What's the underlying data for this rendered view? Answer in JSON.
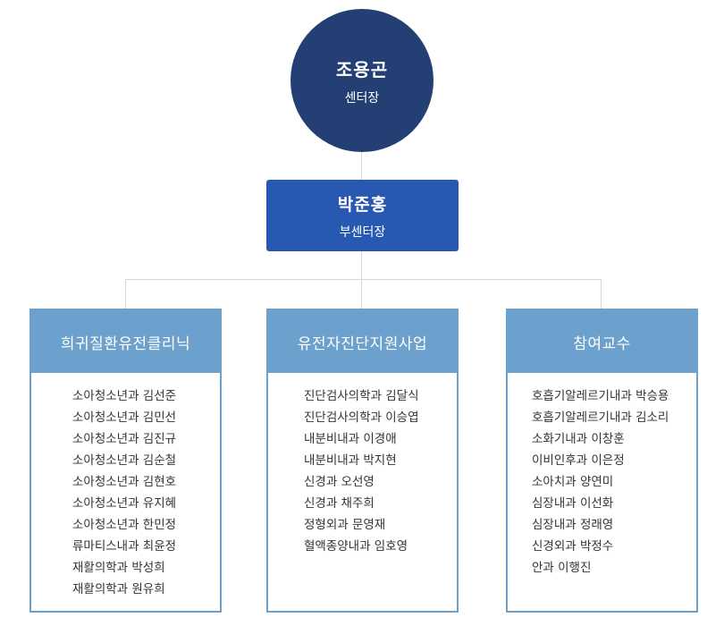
{
  "director": {
    "name": "조용곤",
    "role": "센터장"
  },
  "vice_director": {
    "name": "박준홍",
    "role": "부센터장"
  },
  "departments": [
    {
      "title": "희귀질환유전클리닉",
      "members": [
        "소아청소년과 김선준",
        "소아청소년과 김민선",
        "소아청소년과 김진규",
        "소아청소년과 김순철",
        "소아청소년과 김현호",
        "소아청소년과 유지혜",
        "소아청소년과 한민정",
        "류마티스내과 최윤정",
        "재활의학과 박성희",
        "재활의학과 원유희"
      ]
    },
    {
      "title": "유전자진단지원사업",
      "members": [
        "진단검사의학과 김달식",
        "진단검사의학과 이승엽",
        "내분비내과 이경애",
        "내분비내과 박지현",
        "신경과 오선영",
        "신경과 채주희",
        "정형외과 문영재",
        "혈액종양내과 임호영"
      ]
    },
    {
      "title": "참여교수",
      "members": [
        "호흡기알레르기내과 박승용",
        "호흡기알레르기내과 김소리",
        "소화기내과 이창훈",
        "이비인후과 이은정",
        "소아치과 양연미",
        "심장내과 이선화",
        "심장내과 정래영",
        "신경외과 박정수",
        "안과 이행진"
      ]
    }
  ],
  "colors": {
    "director": "#233f73",
    "vice": "#2759b3",
    "dept": "#6ba1cc",
    "line": "#d6d6d6"
  }
}
